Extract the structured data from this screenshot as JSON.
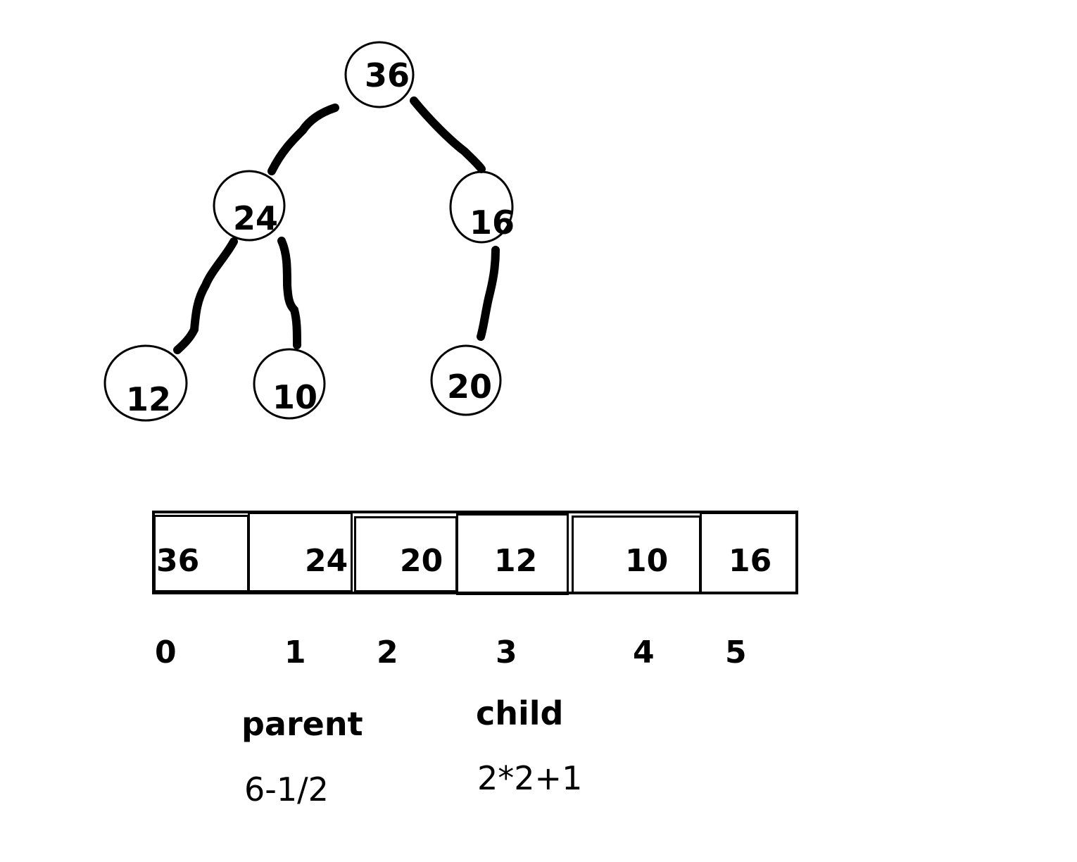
{
  "tree": {
    "nodes": [
      {
        "id": "root",
        "label": "36"
      },
      {
        "id": "left",
        "label": "24"
      },
      {
        "id": "right",
        "label": "16"
      },
      {
        "id": "left-left",
        "label": "12"
      },
      {
        "id": "left-right",
        "label": "10"
      },
      {
        "id": "right-left",
        "label": "20"
      }
    ],
    "edges": [
      [
        "root",
        "left"
      ],
      [
        "root",
        "right"
      ],
      [
        "left",
        "left-left"
      ],
      [
        "left",
        "left-right"
      ],
      [
        "right",
        "right-left"
      ]
    ]
  },
  "array": {
    "cells": [
      "36",
      "24",
      "20",
      "12",
      "10",
      "16"
    ],
    "indices": [
      "0",
      "1",
      "2",
      "3",
      "4",
      "5"
    ]
  },
  "notes": {
    "parent_label": "parent",
    "parent_formula": "6-1/2",
    "child_label": "child",
    "child_formula": "2*2+1"
  },
  "colors": {
    "ink": "#000000",
    "background": "#ffffff"
  }
}
